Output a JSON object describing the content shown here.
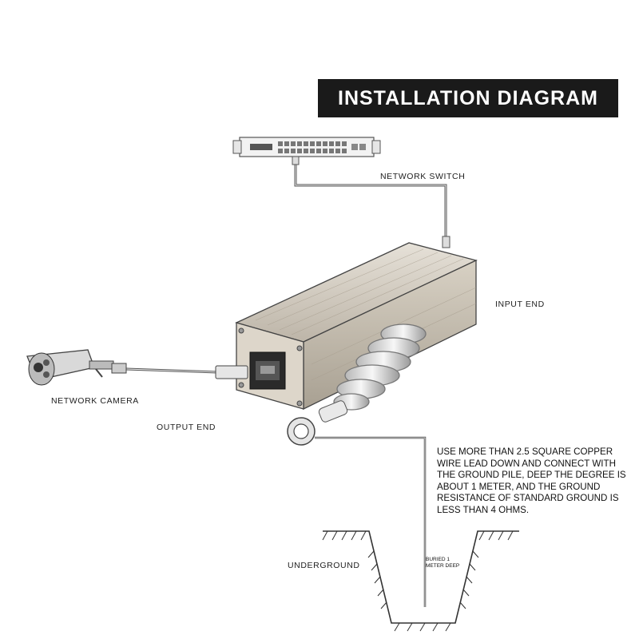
{
  "title": "INSTALLATION DIAGRAM",
  "labels": {
    "network_switch": "NETWORK SWITCH",
    "input_end": "INPUT END",
    "network_camera": "NETWORK CAMERA",
    "output_end": "OUTPUT END",
    "underground": "UNDERGROUND",
    "buried_line1": "BURIED 1",
    "buried_line2": "METER DEEP",
    "grounding_note": "USE MORE THAN 2.5 SQUARE COPPER WIRE LEAD DOWN AND CONNECT WITH THE GROUND PILE, DEEP THE DEGREE IS ABOUT 1 METER, AND THE GROUND RESISTANCE OF STANDARD GROUND IS LESS THAN 4 OHMS."
  },
  "colors": {
    "title_bg": "#1a1a1a",
    "title_text": "#ffffff",
    "line": "#444444",
    "device_body": "#c9c2b6"
  }
}
